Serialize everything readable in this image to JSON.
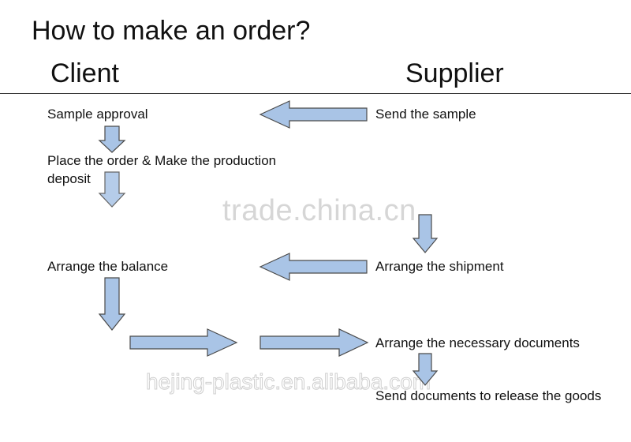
{
  "title": "How to make an order?",
  "columns": {
    "client": "Client",
    "supplier": "Supplier"
  },
  "steps": {
    "sample_approval": "Sample approval",
    "send_sample": "Send the sample",
    "place_order_line1": "Place the order & Make the production",
    "place_order_line2": "deposit",
    "arrange_balance": "Arrange the balance",
    "arrange_shipment": "Arrange the shipment",
    "arrange_documents": "Arrange the necessary documents",
    "send_documents": "Send documents to release the goods"
  },
  "watermarks": {
    "primary": "trade.china.cn",
    "secondary": "hejing-plastic.en.alibaba.com"
  },
  "colors": {
    "arrow_fill": "#a9c4e6",
    "arrow_stroke": "#4a4a4a"
  }
}
